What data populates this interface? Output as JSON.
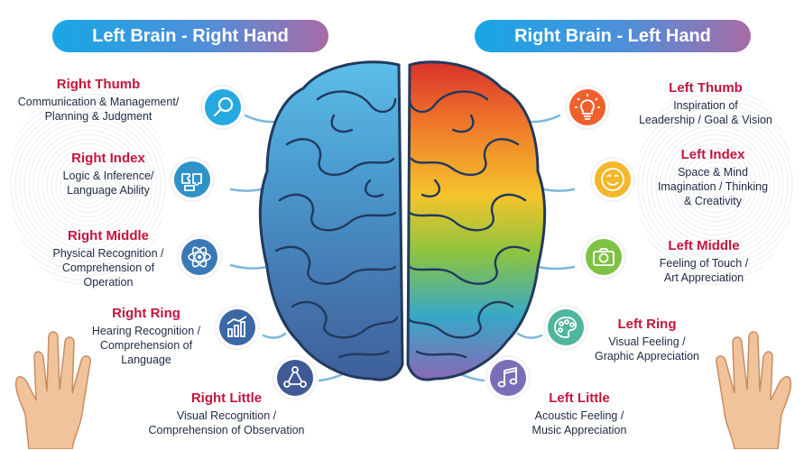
{
  "headers": {
    "left": "Left Brain - Right Hand",
    "right": "Right Brain - Left Hand"
  },
  "left_items": [
    {
      "title": "Right Thumb",
      "desc": "Communication & Management/\nPlanning & Judgment",
      "icon": "magnifier-icon",
      "color": "#26a9e0"
    },
    {
      "title": "Right Index",
      "desc": "Logic & Inference/\nLanguage Ability",
      "icon": "puzzle-icon",
      "color": "#2f92c8"
    },
    {
      "title": "Right Middle",
      "desc": "Physical Recognition /\nComprehension of\nOperation",
      "icon": "atom-icon",
      "color": "#3a79b6"
    },
    {
      "title": "Right Ring",
      "desc": "Hearing Recognition /\nComprehension of\nLanguage",
      "icon": "bar-chart-icon",
      "color": "#3c68a6"
    },
    {
      "title": "Right Little",
      "desc": "Visual Recognition /\nComprehension of Observation",
      "icon": "network-icon",
      "color": "#3f5a95"
    }
  ],
  "right_items": [
    {
      "title": "Left Thumb",
      "desc": "Inspiration of\nLeadership / Goal & Vision",
      "icon": "lightbulb-icon",
      "color": "#f0602c"
    },
    {
      "title": "Left Index",
      "desc": "Space & Mind\nImagination / Thinking\n& Creativity",
      "icon": "smiley-icon",
      "color": "#f4b62a"
    },
    {
      "title": "Left Middle",
      "desc": "Feeling of Touch /\nArt Appreciation",
      "icon": "camera-icon",
      "color": "#7ec243"
    },
    {
      "title": "Left Ring",
      "desc": "Visual Feeling /\nGraphic Appreciation",
      "icon": "palette-icon",
      "color": "#4fb59c"
    },
    {
      "title": "Left Little",
      "desc": "Acoustic Feeling /\nMusic Appreciation",
      "icon": "music-note-icon",
      "color": "#7a6fb7"
    }
  ],
  "colors": {
    "title_red": "#c4153d",
    "text_dark": "#1e2a44",
    "connector": "#7ab8dd"
  }
}
